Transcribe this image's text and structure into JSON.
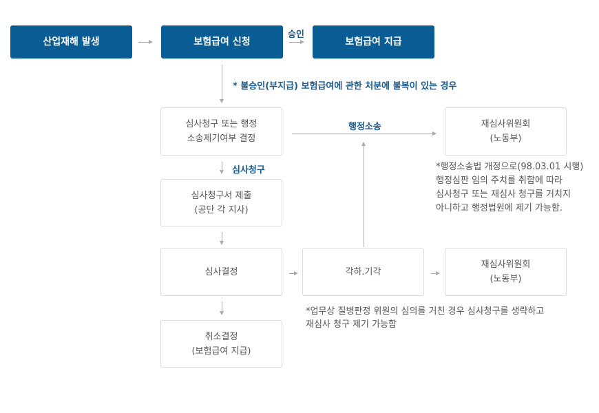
{
  "top": {
    "box1": "산업재해 발생",
    "box2": "보험급여 신청",
    "approval_label": "승인",
    "box3": "보험급여 지급"
  },
  "condition_note": "* 불승인(부지급) 보험급여에 관한 처분에 불복이 있는 경우",
  "decide_box": {
    "line1": "심사청구 또는 행정",
    "line2": "소송제기여부 결정"
  },
  "admin_suit_label": "행정소송",
  "committee_top": {
    "line1": "재심사위원회",
    "line2": "(노동부)"
  },
  "reform_note": {
    "line1": "*행정소송법 개정으로(98.03.01 시행)",
    "line2": "행정심판 임의 주치를 취함에 따라",
    "line3": "심사청구 또는 재심사 청구를 거치지",
    "line4": "아니하고 행정법원에 제기 가능함."
  },
  "review_request_label": "심사청구",
  "submit_box": {
    "line1": "심사청구서 제출",
    "line2": "(공단 각 지사)"
  },
  "review_decision": "심사결정",
  "dismiss_box": "각하.기각",
  "committee_bottom": {
    "line1": "재심사위원회",
    "line2": "(노동부)"
  },
  "occupational_note": {
    "line1": "*업무상 질병판정 위원의 심의를 거친 경우 심사청구를 생략하고",
    "line2": "재심사 청구 제기 가능함"
  },
  "cancel_box": {
    "line1": "취소결정",
    "line2": "(보험급여 지급)"
  }
}
